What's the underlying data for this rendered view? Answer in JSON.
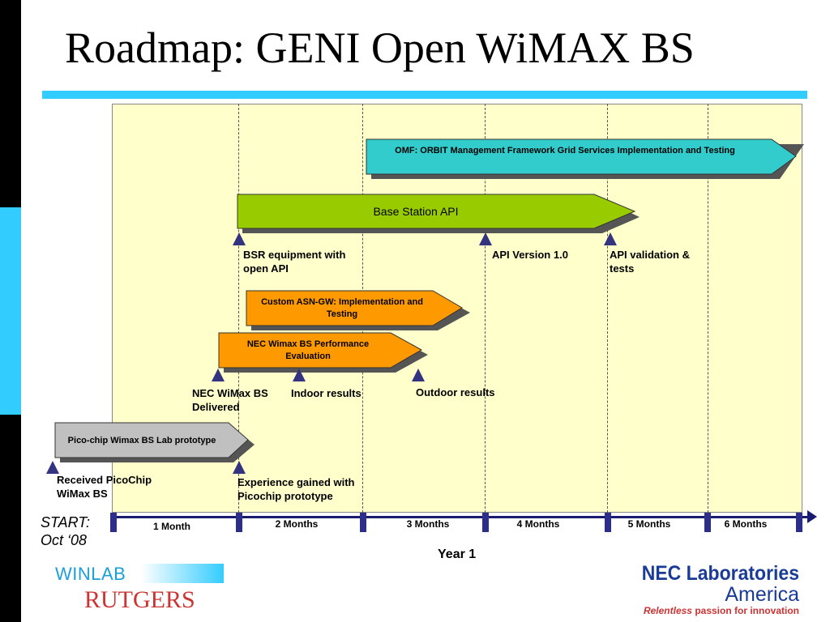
{
  "title": "Roadmap: GENI Open WiMAX BS",
  "bars": {
    "omf": "OMF: ORBIT Management Framework Grid Services Implementation and Testing",
    "bs_api": "Base Station API",
    "asn_gw": "Custom ASN-GW: Implementation and Testing",
    "nec_perf": "NEC Wimax BS Performance Evaluation",
    "picochip": "Pico-chip Wimax BS Lab prototype"
  },
  "milestones": {
    "bsr": "BSR equipment with open API",
    "api_v1": "API Version 1.0",
    "api_validation": "API validation & tests",
    "nec_delivered": "NEC WiMax BS Delivered",
    "indoor": "Indoor  results",
    "outdoor": "Outdoor  results",
    "received": "Received PicoChip WiMax BS",
    "experience": "Experience gained with Picochip prototype"
  },
  "timeline": {
    "start": "START: Oct ‘08",
    "months": [
      "1 Month",
      "2 Months",
      "3 Months",
      "4 Months",
      "5 Months",
      "6 Months"
    ],
    "year": "Year 1"
  },
  "logos": {
    "winlab": "WINLAB",
    "rutgers": "RUTGERS",
    "nec_line1": "NEC Laboratories",
    "nec_line2": "America",
    "nec_tagline_em": "Relentless",
    "nec_tagline": "passion for innovation"
  },
  "colors": {
    "accent_blue": "#33ccff",
    "plot_bg": "#ffffcc",
    "omf_fill": "#33cccc",
    "bs_api_fill": "#99cc00",
    "asn_fill": "#ff9900",
    "pico_fill": "#c0c0c0",
    "milestone": "#33337f",
    "nec_blue": "#1a3c96",
    "rutgers_red": "#cc3333"
  }
}
